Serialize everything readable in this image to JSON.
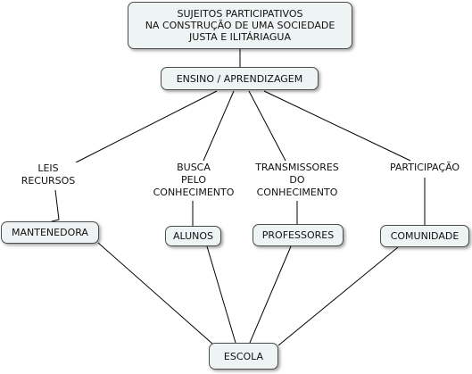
{
  "nodes": {
    "root": [
      "SUJEITOS PARTICIPATIVOS",
      "NA CONSTRUÇÃO DE UMA SOCIEDADE",
      "JUSTA E ILITÁRIAGUA"
    ],
    "ensino": "ENSINO / APRENDIZAGEM",
    "mantenedora": "MANTENEDORA",
    "alunos": "ALUNOS",
    "professores": "PROFESSORES",
    "comunidade": "COMUNIDADE",
    "escola": "ESCOLA"
  },
  "links": {
    "leis": [
      "LEIS",
      "RECURSOS"
    ],
    "busca": [
      "BUSCA",
      "PELO",
      "CONHECIMENTO"
    ],
    "transmissores": [
      "TRANSMISSORES",
      "DO",
      "CONHECIMENTO"
    ],
    "participacao": [
      "PARTICIPAÇÃO"
    ]
  },
  "colors": {
    "node_fill": "#eef3f3",
    "node_border": "#4d4d4d",
    "edge": "#000000"
  }
}
